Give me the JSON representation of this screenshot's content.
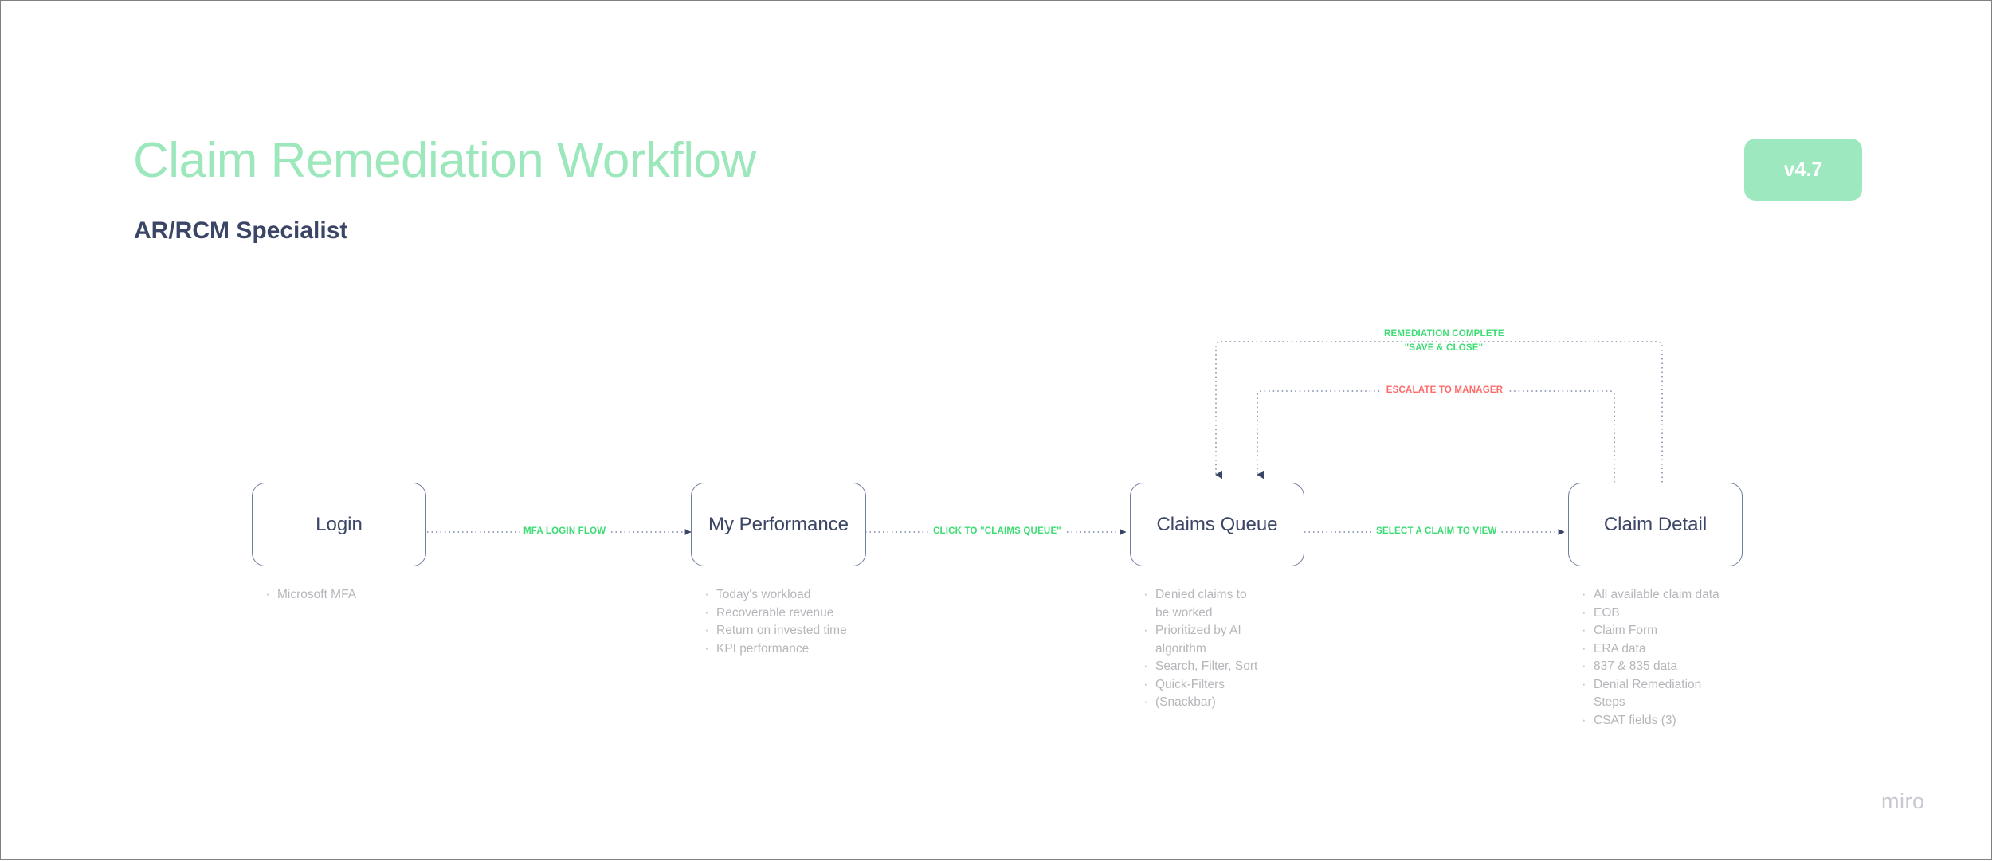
{
  "header": {
    "title": "Claim Remediation Workflow",
    "subtitle": "AR/RCM Specialist",
    "version_badge": "v4.7",
    "title_color": "#9ce8bc",
    "subtitle_color": "#3b4566",
    "badge_bg": "#9ee8bf"
  },
  "watermark": {
    "label": "miro"
  },
  "colors": {
    "node_border": "#707e9e",
    "node_text": "#3b4566",
    "bullet_text": "#b6b6bb",
    "flow_green": "#3ddc74",
    "flow_red": "#ff6b6b",
    "wire": "#7a86a8"
  },
  "diagram": {
    "type": "flowchart",
    "nodes": [
      {
        "id": "login",
        "label": "Login",
        "bullets": [
          "Microsoft MFA"
        ]
      },
      {
        "id": "my-performance",
        "label": "My Performance",
        "bullets": [
          "Today's workload",
          "Recoverable revenue",
          "Return on invested time",
          "KPI performance"
        ]
      },
      {
        "id": "claims-queue",
        "label": "Claims Queue",
        "bullets": [
          "Denied claims to be worked",
          "Prioritized by AI algorithm",
          "Search, Filter, Sort",
          "Quick-Filters",
          "(Snackbar)"
        ]
      },
      {
        "id": "claim-detail",
        "label": "Claim Detail",
        "bullets": [
          "All available claim data",
          "EOB",
          "Claim Form",
          "ERA data",
          "837 & 835 data",
          "Denial Remediation Steps",
          "CSAT fields (3)"
        ]
      }
    ],
    "connectors": [
      {
        "id": "login-to-performance",
        "from": "login",
        "to": "my-performance",
        "label": "MFA LOGIN FLOW",
        "color": "green"
      },
      {
        "id": "performance-to-queue",
        "from": "my-performance",
        "to": "claims-queue",
        "label": "CLICK TO \"CLAIMS QUEUE\"",
        "color": "green"
      },
      {
        "id": "queue-to-detail",
        "from": "claims-queue",
        "to": "claim-detail",
        "label": "SELECT A CLAIM TO VIEW",
        "color": "green"
      },
      {
        "id": "detail-to-queue-complete",
        "from": "claim-detail",
        "to": "claims-queue",
        "label_line1": "REMEDIATION COMPLETE",
        "label_line2": "\"SAVE & CLOSE\"",
        "color": "green"
      },
      {
        "id": "detail-to-queue-escalate",
        "from": "claim-detail",
        "to": "claims-queue",
        "label": "ESCALATE TO MANAGER",
        "color": "red"
      }
    ]
  }
}
